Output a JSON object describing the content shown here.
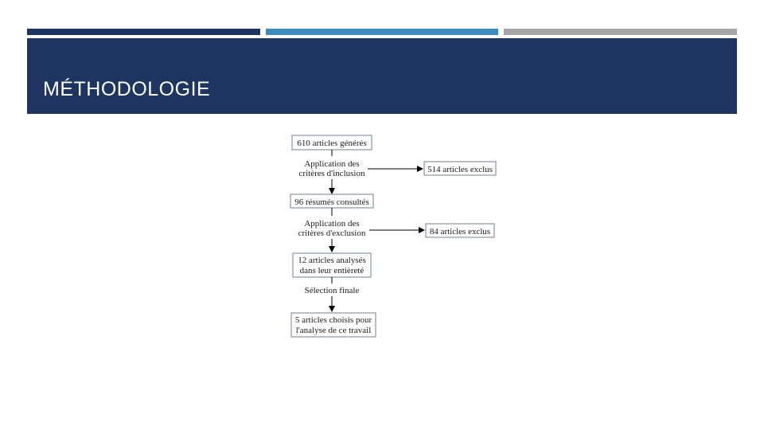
{
  "colors": {
    "bar_navy": "#1d3560",
    "bar_blue": "#3c8dbc",
    "bar_gray": "#a6a6a6",
    "header_bg": "#1d3560",
    "title_text": "#ffffff"
  },
  "header": {
    "title": "MÉTHODOLOGIE"
  },
  "flowchart": {
    "box1": "610 articles générés",
    "step1_line1": "Application des",
    "step1_line2": "critères d'inclusion",
    "excluded1": "514 articles exclus",
    "box2": "96  résumés consultés",
    "step2_line1": "Application des",
    "step2_line2": "critères d'exclusion",
    "excluded2": "84 articles exclus",
    "box3_line1": "12 articles analysés",
    "box3_line2": "dans leur entièreté",
    "step3": "Sélection finale",
    "box4_line1": "5 articles choisis pour",
    "box4_line2": "l'analyse de ce travail"
  }
}
